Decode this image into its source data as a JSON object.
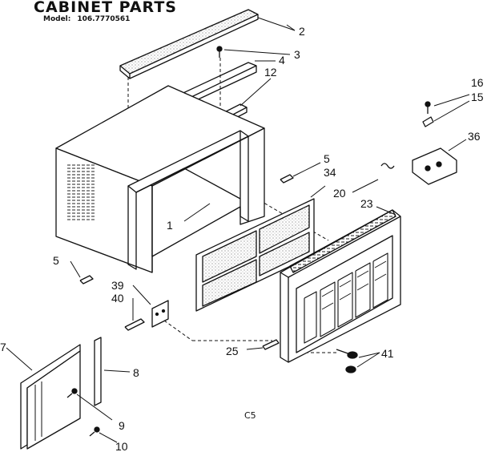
{
  "header": {
    "title": "CABINET PARTS",
    "model_label": "Model:",
    "model_number": "106.7770561"
  },
  "diagram_code": "C5",
  "callouts": {
    "c1": "1",
    "c2": "2",
    "c3": "3",
    "c4": "4",
    "c5a": "5",
    "c5b": "5",
    "c7": "7",
    "c8": "8",
    "c9": "9",
    "c10": "10",
    "c12": "12",
    "c15": "15",
    "c16": "16",
    "c20": "20",
    "c23": "23",
    "c25": "25",
    "c34": "34",
    "c36": "36",
    "c39": "39",
    "c40": "40",
    "c41": "41"
  },
  "colors": {
    "ink": "#111111",
    "paper": "#ffffff",
    "stipple": "#bdbdbd"
  }
}
